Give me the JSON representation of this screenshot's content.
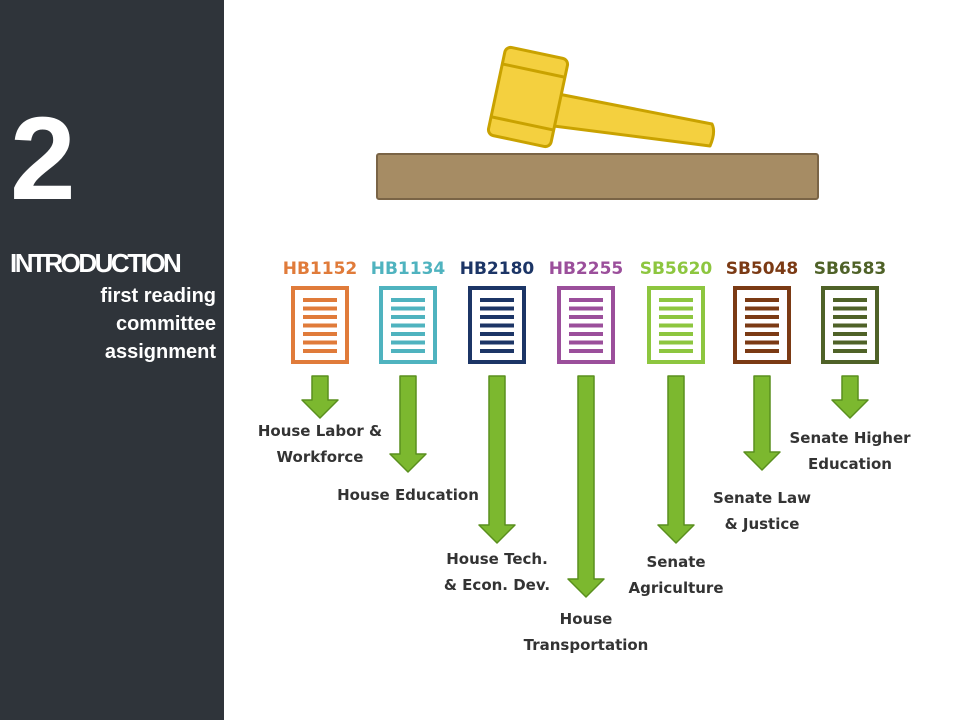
{
  "sidebar": {
    "step_number": "2",
    "title": "INTRODUCTION",
    "subtitle_lines": [
      "first reading",
      "committee",
      "assignment"
    ]
  },
  "bills": [
    {
      "id": "HB1152",
      "color": "#e07b3a",
      "committee_lines": [
        "House Labor &",
        "Workforce"
      ]
    },
    {
      "id": "HB1134",
      "color": "#4fb3bf",
      "committee_lines": [
        "House Education"
      ]
    },
    {
      "id": "HB2180",
      "color": "#1c3566",
      "committee_lines": [
        "House Tech.",
        "& Econ. Dev."
      ]
    },
    {
      "id": "HB2255",
      "color": "#9b4f9b",
      "committee_lines": [
        "House",
        "Transportation"
      ]
    },
    {
      "id": "SB5620",
      "color": "#8dc63f",
      "committee_lines": [
        "Senate",
        "Agriculture"
      ]
    },
    {
      "id": "SB5048",
      "color": "#7b3a14",
      "committee_lines": [
        "Senate Law",
        "& Justice"
      ]
    },
    {
      "id": "SB6583",
      "color": "#4f6228",
      "committee_lines": [
        "Senate Higher",
        "Education"
      ]
    }
  ],
  "colors": {
    "sidebar_bg": "#2f343a",
    "arrow_fill": "#7cb82f",
    "arrow_stroke": "#5a8f1e",
    "gavel_fill": "#f4d03f",
    "gavel_stroke": "#c9a200",
    "block_fill": "#a68c64",
    "block_stroke": "#7a6446"
  },
  "icons": [
    "gavel-icon",
    "sound-block-icon",
    "document-icon",
    "down-arrow-icon"
  ]
}
